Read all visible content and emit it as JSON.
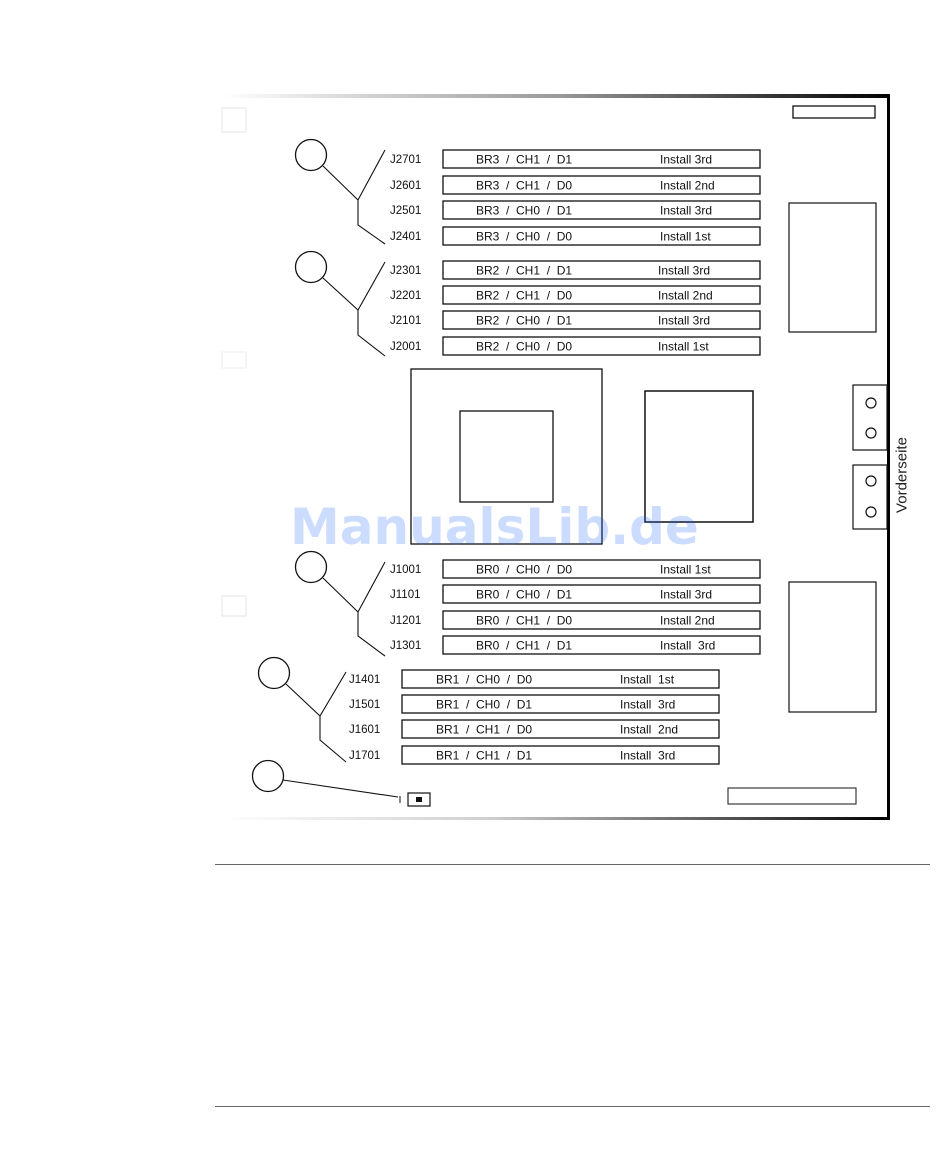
{
  "front_label": "Vorderseite",
  "watermark": "ManualsLib.de",
  "groups": [
    {
      "slots": [
        {
          "connector": "J2701",
          "config": "BR3  /  CH1  /  D1",
          "install": "Install 3rd"
        },
        {
          "connector": "J2601",
          "config": "BR3  /  CH1  /  D0",
          "install": "Install 2nd"
        },
        {
          "connector": "J2501",
          "config": "BR3  /  CH0  /  D1",
          "install": "Install 3rd"
        },
        {
          "connector": "J2401",
          "config": "BR3  /  CH0  /  D0",
          "install": "Install 1st"
        }
      ]
    },
    {
      "slots": [
        {
          "connector": "J2301",
          "config": "BR2  /  CH1  /  D1",
          "install": "Install 3rd"
        },
        {
          "connector": "J2201",
          "config": "BR2  /  CH1  /  D0",
          "install": "Install 2nd"
        },
        {
          "connector": "J2101",
          "config": "BR2  /  CH0  /  D1",
          "install": "Install 3rd"
        },
        {
          "connector": "J2001",
          "config": "BR2  /  CH0  /  D0",
          "install": "Install 1st"
        }
      ]
    },
    {
      "slots": [
        {
          "connector": "J1001",
          "config": "BR0  /  CH0  /  D0",
          "install": "Install 1st"
        },
        {
          "connector": "J1101",
          "config": "BR0  /  CH0  /  D1",
          "install": "Install 3rd"
        },
        {
          "connector": "J1201",
          "config": "BR0  /  CH1  /  D0",
          "install": "Install 2nd"
        },
        {
          "connector": "J1301",
          "config": "BR0  /  CH1  /  D1",
          "install": "Install  3rd"
        }
      ]
    },
    {
      "slots": [
        {
          "connector": "J1401",
          "config": "BR1  /  CH0  /  D0",
          "install": "Install  1st"
        },
        {
          "connector": "J1501",
          "config": "BR1  /  CH0  /  D1",
          "install": "Install  3rd"
        },
        {
          "connector": "J1601",
          "config": "BR1  /  CH1  /  D0",
          "install": "Install  2nd"
        },
        {
          "connector": "J1701",
          "config": "BR1  /  CH1  /  D1",
          "install": "Install  3rd"
        }
      ]
    }
  ]
}
